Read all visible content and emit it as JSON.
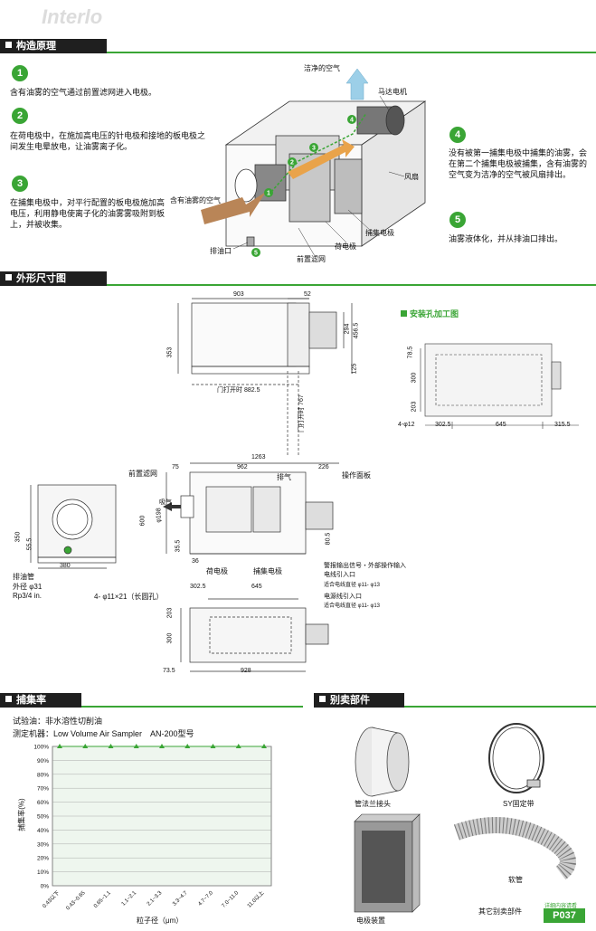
{
  "watermark": "Interlo",
  "sections": {
    "principle": "构造原理",
    "dimensions": "外形尺寸图",
    "efficiency": "捕集率",
    "accessories": "别卖部件"
  },
  "steps": [
    {
      "num": "1",
      "text": "含有油雾的空气通过前置滤网进入电极。"
    },
    {
      "num": "2",
      "text": "在荷电极中，在施加高电压的针电极和接地的板电极之间发生电晕放电，让油雾离子化。"
    },
    {
      "num": "3",
      "text": "在捕集电极中，对平行配置的板电极施加高电压，利用静电使离子化的油雾雾吸附到板上，并被收集。"
    },
    {
      "num": "4",
      "text": "没有被第一捕集电极中捕集的油雾，会在第二个捕集电极被捕集，含有油雾的空气变为洁净的空气被风扇排出。"
    },
    {
      "num": "5",
      "text": "油雾液体化，并从排油口排出。"
    }
  ],
  "principle_labels": {
    "clean_air": "洁净的空气",
    "motor": "马达电机",
    "fan": "风扇",
    "oily_air": "含有油雾的空气",
    "collect_electrode": "捕集电极",
    "charge_electrode": "荷电极",
    "drain": "排油口",
    "pre_filter": "前置滤网"
  },
  "dim_top": {
    "d903": "903",
    "d52": "52",
    "d294": "294",
    "d4565": "456.5",
    "d353": "353",
    "d125": "125",
    "door1": "门打开时 882.5",
    "door2": "门打开时 767"
  },
  "mount_hole": {
    "title": "安装孔加工图",
    "d785": "78.5",
    "d300": "300",
    "d203": "203",
    "holes": "4-φ12",
    "d3025": "302.5",
    "d645": "645",
    "d3155": "315.5"
  },
  "side_view": {
    "d350": "350",
    "d555": "55.5",
    "d380": "380",
    "drain_pipe": "排油管",
    "drain_od": "外径 φ31",
    "drain_rp": "Rp3/4 in."
  },
  "front_view": {
    "d1263": "1263",
    "d75": "75",
    "d962": "962",
    "d226": "226",
    "pre_filter": "前置滤网",
    "exhaust": "排气",
    "panel": "操作面板",
    "intake": "吸气",
    "d198": "φ198",
    "d600": "600",
    "d355": "35.5",
    "d36": "36",
    "d805": "80.5",
    "charge": "荷电极",
    "collect": "捕集电极",
    "alarm": "警报输出信号・外部操作输入",
    "cable_in": "电线引入口",
    "cable_dia1": "适合电线直径 φ11- φ13",
    "power_in": "电源线引入口",
    "cable_dia2": "适合电线直径 φ11- φ13"
  },
  "bottom_view": {
    "holes": "4- φ11×21（长圆孔）",
    "d3025": "302.5",
    "d645": "645",
    "d203": "203",
    "d300": "300",
    "d735": "73.5",
    "d928": "928"
  },
  "efficiency": {
    "oil": "试验油：非水溶性切削油",
    "instrument": "测定机器：Low Volume Air Sampler　AN-200型号"
  },
  "chart_data": {
    "type": "line",
    "categories": [
      "0.43以下",
      "0.43~0.65",
      "0.65~1.1",
      "1.1~2.1",
      "2.1~3.3",
      "3.3~4.7",
      "4.7~7.0",
      "7.0~11.0",
      "11.0以上"
    ],
    "values": [
      100,
      100,
      100,
      100,
      100,
      100,
      100,
      100,
      100
    ],
    "xlabel": "粒子径（μm）",
    "ylabel": "捕集率(%)",
    "ylim": [
      0,
      100
    ],
    "yticks": [
      "0%",
      "10%",
      "20%",
      "30%",
      "40%",
      "50%",
      "60%",
      "70%",
      "80%",
      "90%",
      "100%"
    ],
    "grid": true,
    "color": "#3aa535",
    "plot_bg": "#eef6ee"
  },
  "accessories": {
    "flange": "管法兰接头",
    "band": "SY固定带",
    "electrode": "电极装置",
    "hose": "软管",
    "other": "其它别卖部件",
    "detail": "详细内容请看",
    "page": "P037"
  },
  "colors": {
    "accent": "#3aa535",
    "dark": "#1f1f1f"
  }
}
